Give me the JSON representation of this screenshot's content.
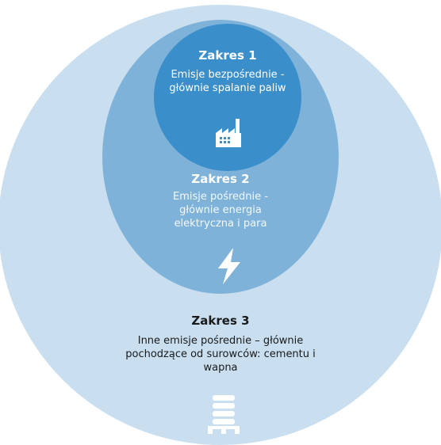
{
  "diagram": {
    "scope1": {
      "title": "Zakres 1",
      "description": "Emisje bezpośrednie - głównie spalanie paliw",
      "icon": "factory-icon",
      "color": "#3a8fcb"
    },
    "scope2": {
      "title": "Zakres 2",
      "description": "Emisje pośrednie - głównie energia elektryczna i para",
      "icon": "lightning-bolt-icon",
      "color": "#7fb2d9"
    },
    "scope3": {
      "title": "Zakres 3",
      "description": "Inne emisje pośrednie – głównie pochodzące od surowców: cementu i wapna",
      "icon": "stacked-materials-icon",
      "color": "#c9dff0"
    }
  }
}
